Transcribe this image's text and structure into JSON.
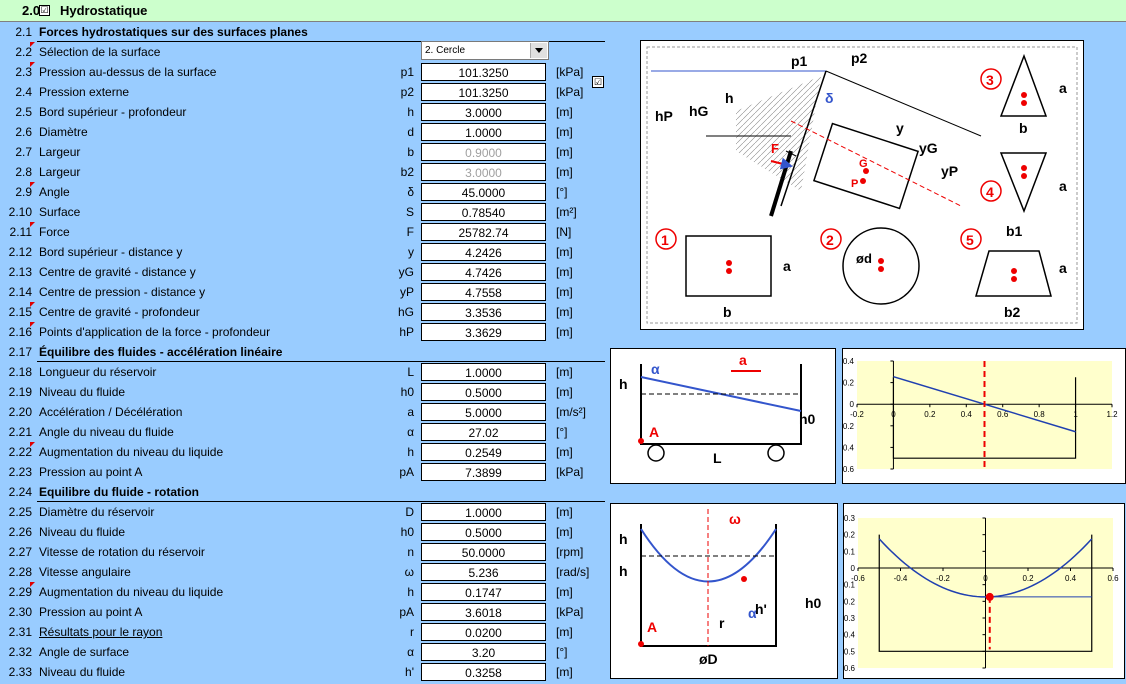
{
  "header": {
    "number": "2.0",
    "check": "☑",
    "title": "Hydrostatique"
  },
  "select": {
    "value": "2. Cercle"
  },
  "check2": "☑",
  "rows": [
    {
      "n": "2.1",
      "label": "Forces hydrostatiques sur des surfaces planes",
      "section": true
    },
    {
      "n": "2.2",
      "label": "Sélection de la surface",
      "select": true,
      "tri": true
    },
    {
      "n": "2.3",
      "label": "Pression au-dessus de la surface",
      "sym": "p1",
      "val": "101.3250",
      "unit": "[kPa]",
      "tri": true,
      "gray": false
    },
    {
      "n": "2.4",
      "label": "Pression externe",
      "sym": "p2",
      "val": "101.3250",
      "unit": "[kPa]"
    },
    {
      "n": "2.5",
      "label": "Bord supérieur - profondeur",
      "sym": "h",
      "val": "3.0000",
      "unit": "[m]"
    },
    {
      "n": "2.6",
      "label": "Diamètre",
      "sym": "d",
      "val": "1.0000",
      "unit": "[m]"
    },
    {
      "n": "2.7",
      "label": "Largeur",
      "sym": "b",
      "val": "0.9000",
      "unit": "[m]",
      "gray": true
    },
    {
      "n": "2.8",
      "label": "Largeur",
      "sym": "b2",
      "val": "3.0000",
      "unit": "[m]",
      "gray": true
    },
    {
      "n": "2.9",
      "label": "Angle",
      "sym": "δ",
      "val": "45.0000",
      "unit": "[°]",
      "tri": true
    },
    {
      "n": "2.10",
      "label": "Surface",
      "sym": "S",
      "val": "0.78540",
      "unit": "[m²]"
    },
    {
      "n": "2.11",
      "label": "Force",
      "sym": "F",
      "val": "25782.74",
      "unit": "[N]",
      "tri": true
    },
    {
      "n": "2.12",
      "label": "Bord supérieur - distance y",
      "sym": "y",
      "val": "4.2426",
      "unit": "[m]"
    },
    {
      "n": "2.13",
      "label": "Centre de gravité - distance y",
      "sym": "yG",
      "val": "4.7426",
      "unit": "[m]"
    },
    {
      "n": "2.14",
      "label": "Centre de pression - distance y",
      "sym": "yP",
      "val": "4.7558",
      "unit": "[m]"
    },
    {
      "n": "2.15",
      "label": "Centre de gravité - profondeur",
      "sym": "hG",
      "val": "3.3536",
      "unit": "[m]",
      "tri": true
    },
    {
      "n": "2.16",
      "label": "Points d'application de la force - profondeur",
      "sym": "hP",
      "val": "3.3629",
      "unit": "[m]",
      "tri": true
    },
    {
      "n": "2.17",
      "label": "Équilibre des fluides - accélération linéaire",
      "section": true
    },
    {
      "n": "2.18",
      "label": "Longueur du réservoir",
      "sym": "L",
      "val": "1.0000",
      "unit": "[m]"
    },
    {
      "n": "2.19",
      "label": "Niveau du fluide",
      "sym": "h0",
      "val": "0.5000",
      "unit": "[m]"
    },
    {
      "n": "2.20",
      "label": "Accélération / Décélération",
      "sym": "a",
      "val": "5.0000",
      "unit": "[m/s²]"
    },
    {
      "n": "2.21",
      "label": "Angle du niveau du fluide",
      "sym": "α",
      "val": "27.02",
      "unit": "[°]"
    },
    {
      "n": "2.22",
      "label": "Augmentation du niveau du liquide",
      "sym": "h",
      "val": "0.2549",
      "unit": "[m]",
      "tri": true
    },
    {
      "n": "2.23",
      "label": "Pression au point A",
      "sym": "pA",
      "val": "7.3899",
      "unit": "[kPa]"
    },
    {
      "n": "2.24",
      "label": "Equilibre du fluide - rotation",
      "section": true
    },
    {
      "n": "2.25",
      "label": "Diamètre du réservoir",
      "sym": "D",
      "val": "1.0000",
      "unit": "[m]"
    },
    {
      "n": "2.26",
      "label": "Niveau du fluide",
      "sym": "h0",
      "val": "0.5000",
      "unit": "[m]"
    },
    {
      "n": "2.27",
      "label": "Vitesse de rotation du réservoir",
      "sym": "n",
      "val": "50.0000",
      "unit": "[rpm]"
    },
    {
      "n": "2.28",
      "label": "Vitesse angulaire",
      "sym": "ω",
      "val": "5.236",
      "unit": "[rad/s]"
    },
    {
      "n": "2.29",
      "label": "Augmentation du niveau du liquide",
      "sym": "h",
      "val": "0.1747",
      "unit": "[m]",
      "tri": true
    },
    {
      "n": "2.30",
      "label": "Pression au point A",
      "sym": "pA",
      "val": "3.6018",
      "unit": "[kPa]"
    },
    {
      "n": "2.31",
      "label": "Résultats pour le rayon",
      "sym": "r",
      "val": "0.0200",
      "unit": "[m]",
      "uline": true
    },
    {
      "n": "2.32",
      "label": "Angle de surface",
      "sym": "α",
      "val": "3.20",
      "unit": "[°]"
    },
    {
      "n": "2.33",
      "label": "Niveau du fluide",
      "sym": "h'",
      "val": "0.3258",
      "unit": "[m]"
    }
  ],
  "diagram1": {
    "labels": {
      "p1": "p1",
      "p2": "p2",
      "hP": "hP",
      "hG": "hG",
      "h": "h",
      "delta": "δ",
      "y": "y",
      "yG": "yG",
      "yP": "yP",
      "F": "F",
      "G": "G",
      "P": "P",
      "n1": "1",
      "n2": "2",
      "n3": "3",
      "n4": "4",
      "n5": "5",
      "a": "a",
      "b": "b",
      "b1": "b1",
      "b2": "b2",
      "d": "ød"
    }
  },
  "diagram2": {
    "labels": {
      "h": "h",
      "alpha": "α",
      "a": "a",
      "h0": "h0",
      "A": "A",
      "L": "L"
    }
  },
  "diagram3": {
    "labels": {
      "h": "h",
      "omega": "ω",
      "h0": "h0",
      "hp": "h'",
      "A": "A",
      "r": "r",
      "alpha": "α",
      "D": "øD"
    }
  },
  "chart_data": [
    {
      "type": "line",
      "x": [
        0,
        1
      ],
      "series": [
        {
          "values": [
            0.2549,
            -0.2549
          ]
        }
      ],
      "marker_x": 0.5,
      "xlim": [
        -0.2,
        1.2
      ],
      "ylim": [
        -0.6,
        0.4
      ],
      "xticks": [
        "-0.2",
        "0",
        "0.2",
        "0.4",
        "0.6",
        "0.8",
        "1",
        "1.2"
      ],
      "yticks": [
        "0.4",
        "0.2",
        "0",
        "-0.2",
        "-0.4",
        "-0.6"
      ],
      "tank_x": [
        0,
        1
      ],
      "tank_bottom": -0.5,
      "tank_top": 0.25
    },
    {
      "type": "line",
      "x": [
        -0.5,
        -0.4,
        -0.3,
        -0.2,
        -0.1,
        0,
        0.1,
        0.2,
        0.3,
        0.4,
        0.5
      ],
      "series": [
        {
          "values": [
            0.1747,
            0.1049,
            0.0476,
            0.0029,
            -0.0288,
            -0.1747,
            -0.0288,
            0.0029,
            0.0476,
            0.1049,
            0.1747
          ]
        }
      ],
      "xlim": [
        -0.6,
        0.6
      ],
      "ylim": [
        -0.6,
        0.3
      ],
      "xticks": [
        "-0.6",
        "-0.4",
        "-0.2",
        "0",
        "0.2",
        "0.4",
        "0.6"
      ],
      "yticks": [
        "0.3",
        "0.2",
        "0.1",
        "0",
        "-0.1",
        "-0.2",
        "-0.3",
        "-0.4",
        "-0.5",
        "-0.6"
      ],
      "point": [
        0.02,
        -0.1736
      ],
      "tank_x": [
        -0.5,
        0.5
      ],
      "tank_bottom": -0.5,
      "tank_top": 0.2
    }
  ]
}
